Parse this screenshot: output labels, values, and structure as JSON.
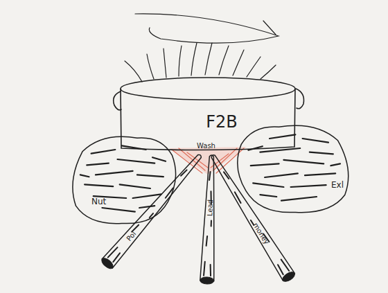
{
  "diagram": {
    "nodes": [
      {
        "text": [
          "F2B"
        ]
      },
      {
        "text": [
          "Nut"
        ]
      },
      {
        "text": [
          "Exl"
        ]
      },
      {
        "text": [
          "Pol"
        ]
      },
      {
        "text": [
          "Lead"
        ]
      },
      {
        "text": [
          "money"
        ]
      }
    ],
    "labels": [
      "Wash"
    ]
  }
}
